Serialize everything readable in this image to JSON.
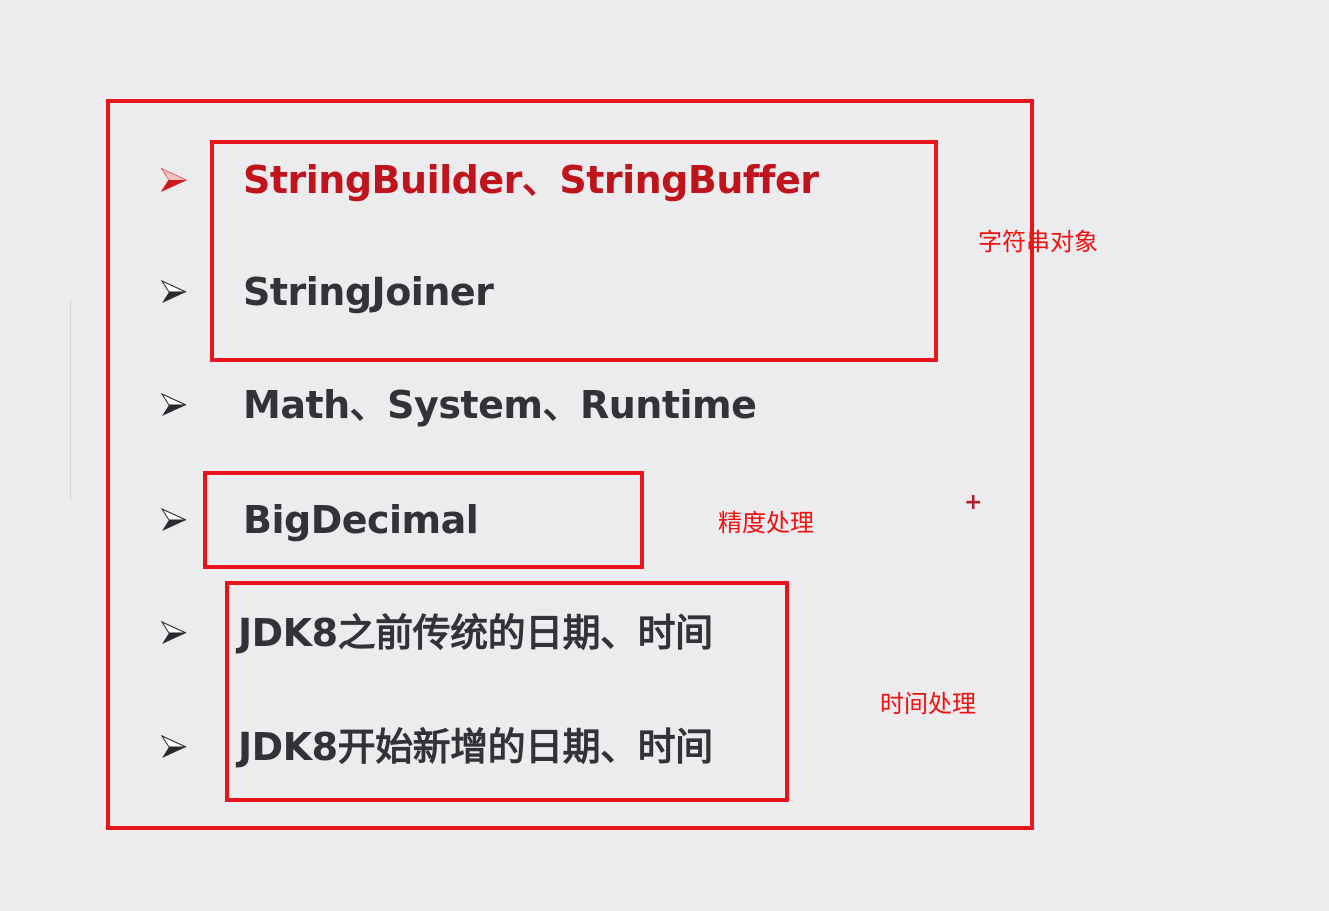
{
  "items": [
    {
      "label": "StringBuilder、StringBuffer",
      "highlighted": true
    },
    {
      "label": "StringJoiner",
      "highlighted": false
    },
    {
      "label": "Math、System、Runtime",
      "highlighted": false
    },
    {
      "label": "BigDecimal",
      "highlighted": false
    },
    {
      "label": "JDK8之前传统的日期、时间",
      "highlighted": false
    },
    {
      "label": "JDK8开始新增的日期、时间",
      "highlighted": false
    }
  ],
  "annotations": {
    "string_objects": "字符串对象",
    "precision": "精度处理",
    "time": "时间处理",
    "plus": "+"
  },
  "colors": {
    "accent": "#e8141c",
    "highlight_text": "#c0141c",
    "text": "#333236",
    "background": "#ecebee"
  }
}
